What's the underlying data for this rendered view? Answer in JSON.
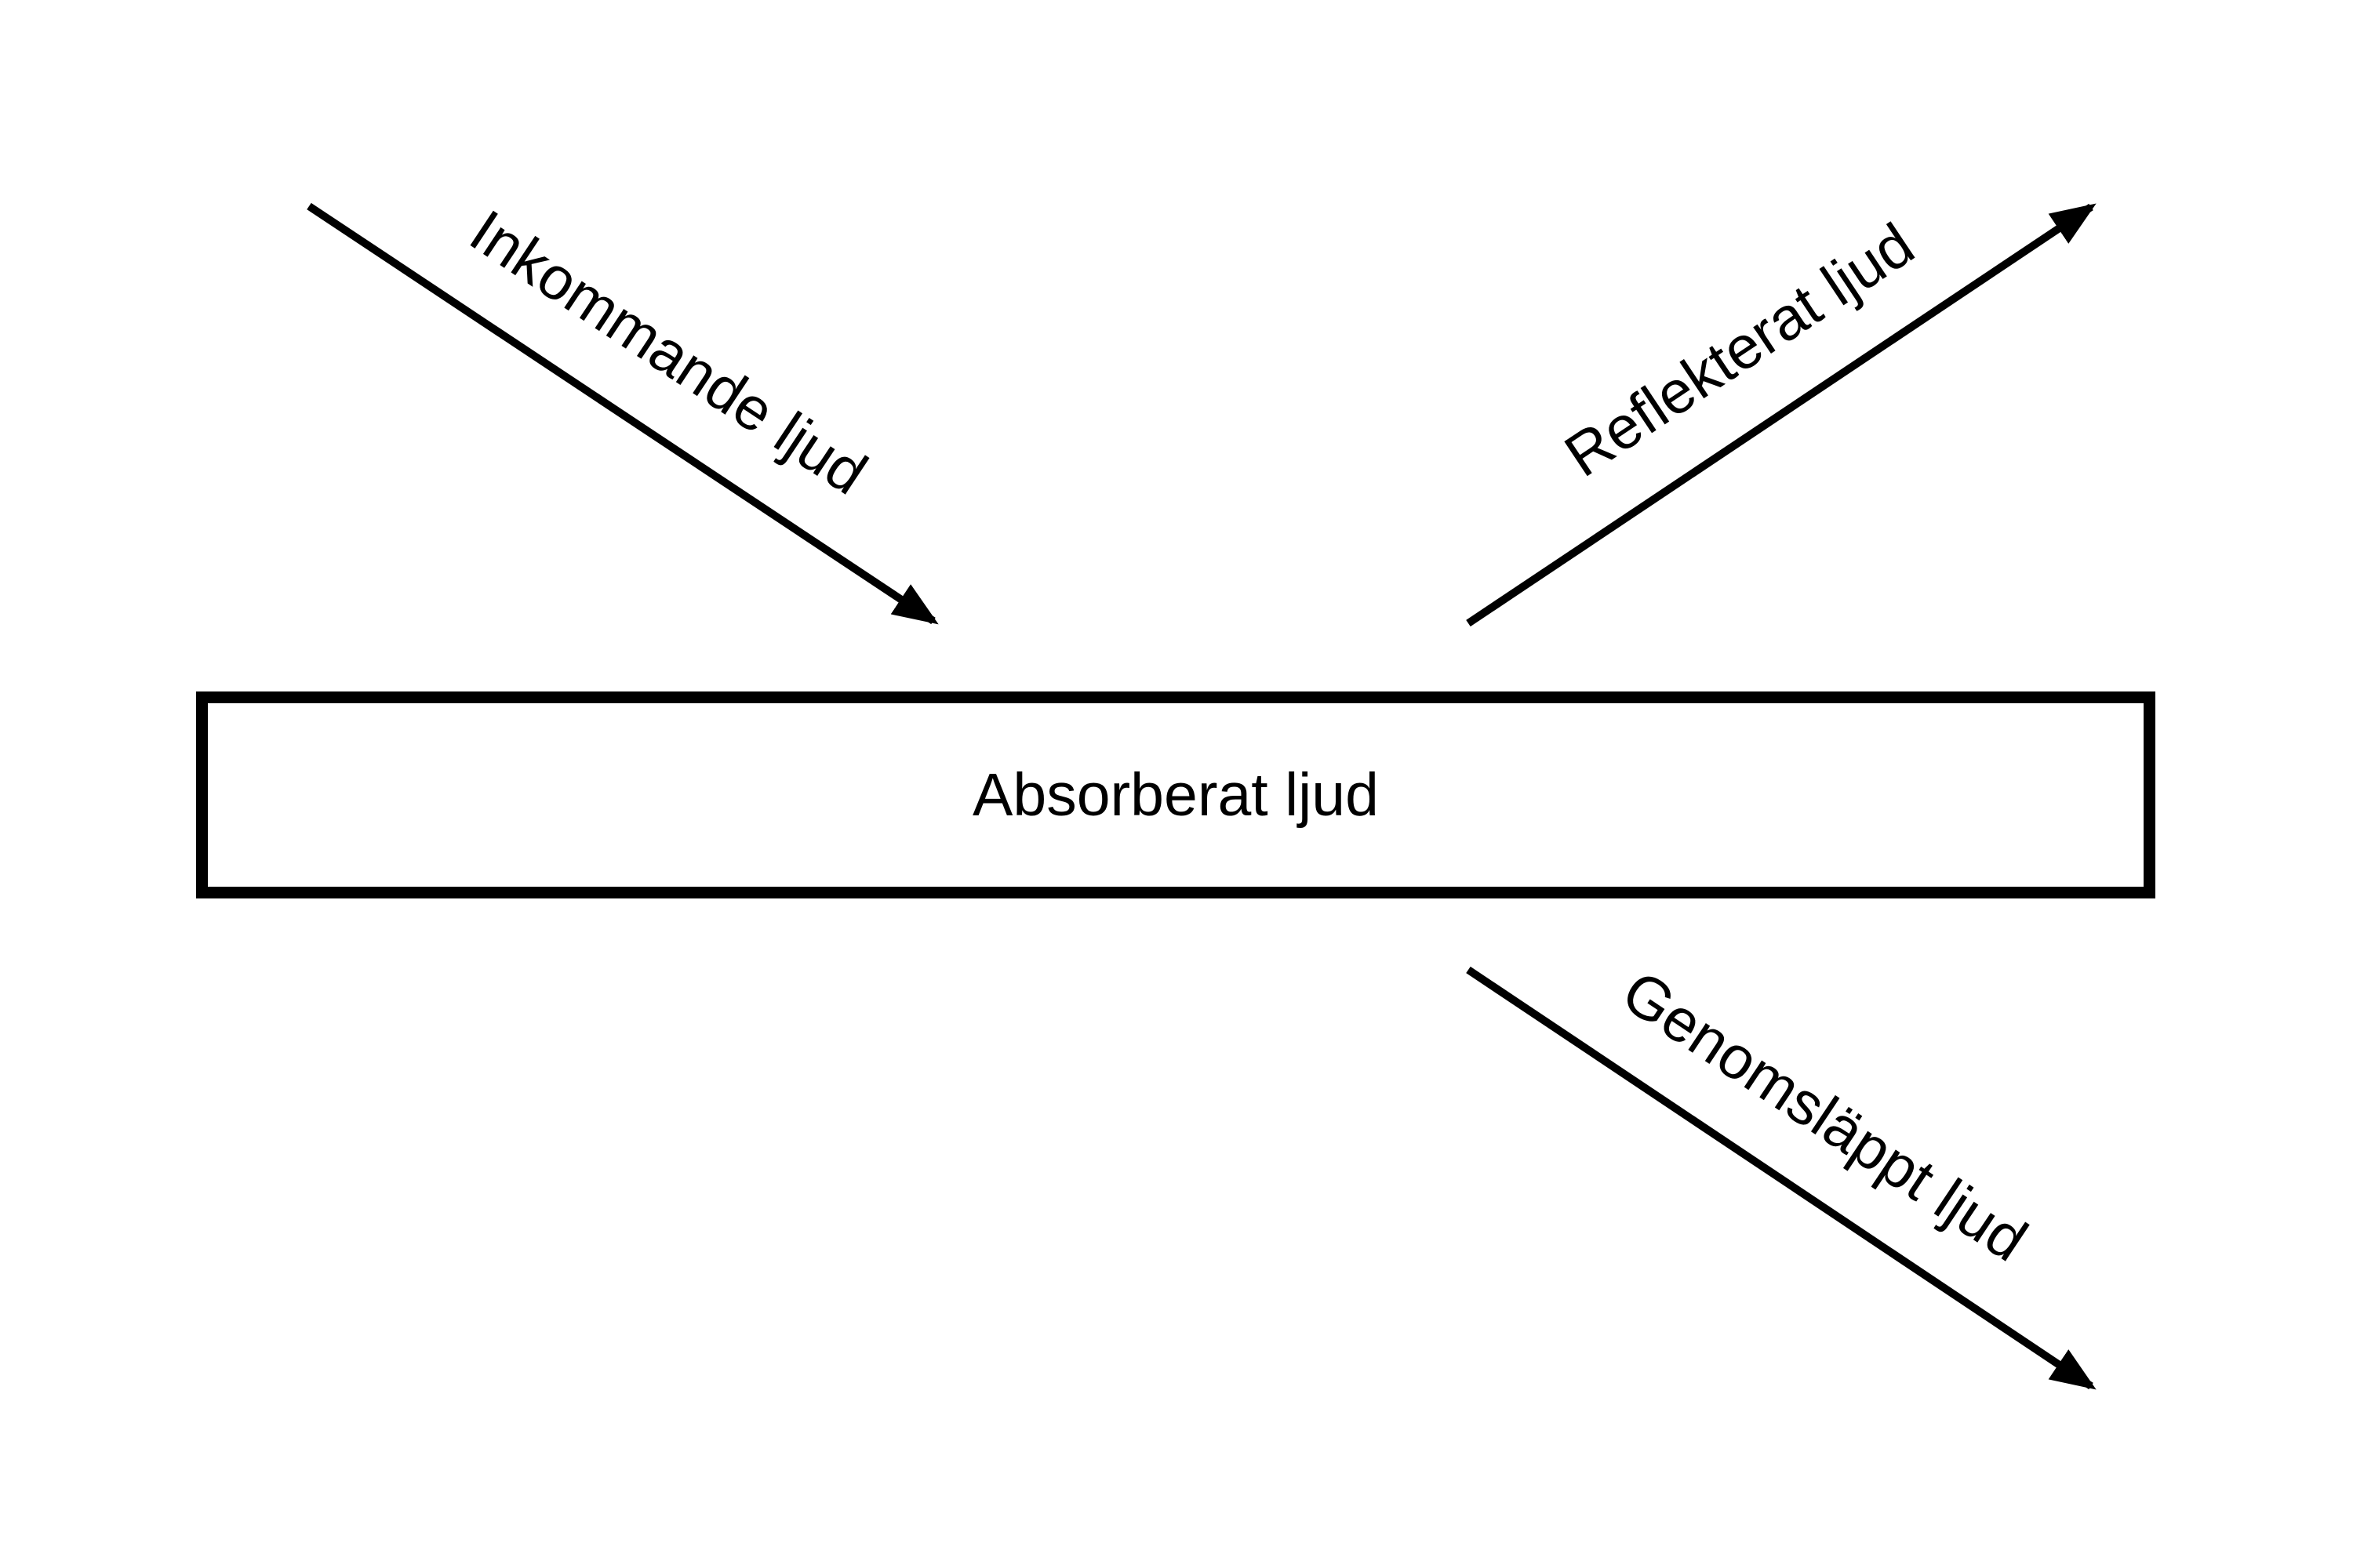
{
  "diagram": {
    "title": "Sound absorption diagram",
    "background_color": "#ffffff",
    "line_color": "#000000",
    "box": {
      "label": "Absorberat ljud"
    },
    "arrows": {
      "incoming": {
        "label": "Inkommande ljud",
        "direction": "down-right toward box"
      },
      "reflected": {
        "label": "Reflekterat ljud",
        "direction": "up-right away from box"
      },
      "transmitted": {
        "label": "Genomsläppt ljud",
        "direction": "down-right away from box"
      }
    }
  }
}
